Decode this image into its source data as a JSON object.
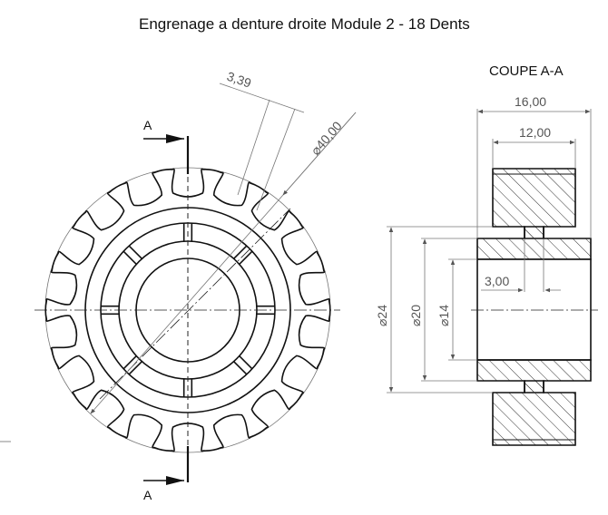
{
  "drawing": {
    "title": "Engrenage a denture droite Module 2 - 18 Dents",
    "section_title": "COUPE A-A",
    "section_marker": "A"
  },
  "front_view": {
    "teeth": 18,
    "dimensions": {
      "tooth_thickness": "3,39",
      "outer_diameter": "⌀40,00"
    }
  },
  "section_view": {
    "dimensions": {
      "overall_width": "16,00",
      "hub_width": "12,00",
      "groove_depth": "3,00",
      "diameter_outer": "⌀24",
      "diameter_mid": "⌀20",
      "diameter_bore": "⌀14"
    }
  }
}
